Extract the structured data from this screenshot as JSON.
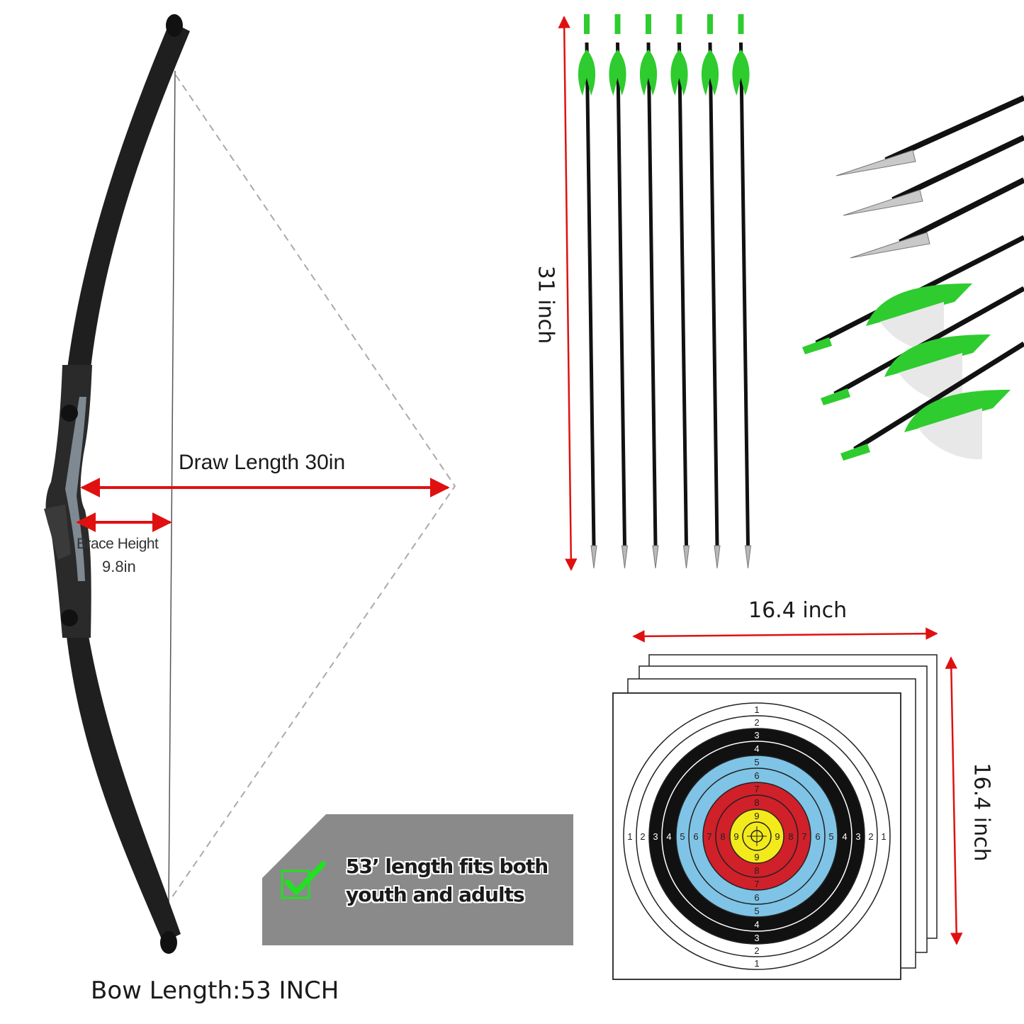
{
  "bow": {
    "draw_length_label": "Draw Length 30in",
    "brace_height_label": "Brace Height",
    "brace_height_value": "9.8in",
    "bow_length_label": "Bow Length:53 INCH"
  },
  "arrows": {
    "length_label": "31 inch",
    "vertical_count": 6,
    "fletching_color": "#2ecc2e",
    "shaft_color": "#111111",
    "dimension_color": "#e01010"
  },
  "target": {
    "width_label": "16.4 inch",
    "height_label": "16.4 inch",
    "ring_numbers_outer_to_inner": [
      "1",
      "2",
      "3",
      "4",
      "5",
      "6",
      "7",
      "8",
      "9"
    ],
    "ring_colors": {
      "white": "#ffffff",
      "black": "#111111",
      "blue": "#7fc4e6",
      "red": "#d0202a",
      "yellow": "#f3ea1c"
    }
  },
  "banner": {
    "line1": "53’ length fits both",
    "line2": "youth and adults",
    "check_color": "#22e022"
  }
}
